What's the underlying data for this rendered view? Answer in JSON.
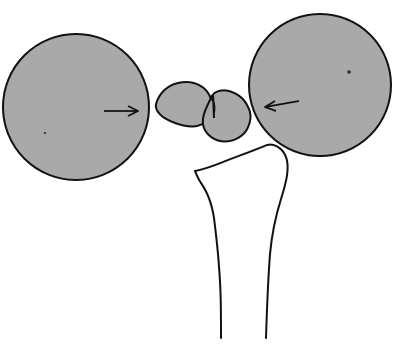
{
  "diagram": {
    "description_visible_text": "",
    "colors": {
      "background": "#ffffff",
      "fill_gray": "#a9a9a9",
      "stroke": "#111111"
    },
    "parts": {
      "left_circle": "left-circle",
      "right_circle": "right-circle",
      "fragment_left": "fragment-left",
      "fragment_right": "fragment-right",
      "shaft": "shaft"
    },
    "arrows": [
      {
        "name": "left-arrow",
        "direction": "right"
      },
      {
        "name": "right-arrow",
        "direction": "left"
      }
    ]
  }
}
